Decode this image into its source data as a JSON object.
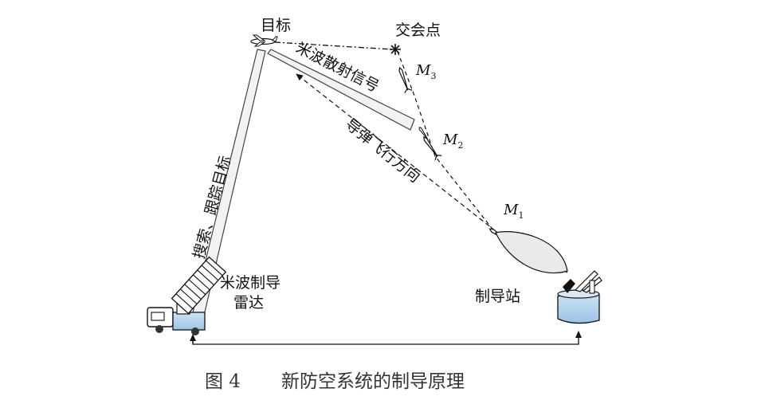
{
  "labels": {
    "target": "目标",
    "intercept_point": "交会点",
    "scatter_signal": "米波散射信号",
    "guided_flight": "导弹飞行方向",
    "search_track": "搜索、跟踪目标",
    "radar_line1": "米波制导",
    "radar_line2": "雷达",
    "station": "制导站"
  },
  "missiles": [
    {
      "letter": "M",
      "sub": "1"
    },
    {
      "letter": "M",
      "sub": "2"
    },
    {
      "letter": "M",
      "sub": "3"
    }
  ],
  "caption": {
    "number": "图 4",
    "text": "新防空系统的制导原理"
  }
}
